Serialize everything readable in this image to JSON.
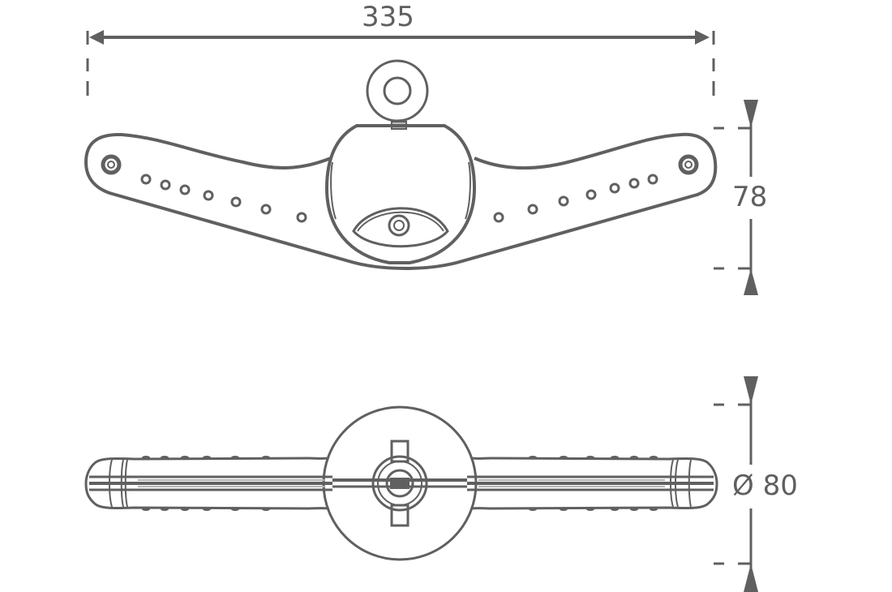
{
  "diagram": {
    "type": "technical-dimension-drawing",
    "line_color": "#606060",
    "background": "#ffffff",
    "views": [
      {
        "name": "top-view",
        "description": "Curved handle bar with central round hub, top hanging ring and eye-shaped clamp"
      },
      {
        "name": "front-view",
        "description": "Straight handle bar with round hub and central pivot"
      }
    ],
    "dimensions": {
      "width": {
        "value": "335",
        "orientation": "horizontal"
      },
      "top_height": {
        "value": "78",
        "orientation": "vertical"
      },
      "diameter": {
        "value": "Ø 80",
        "orientation": "vertical"
      }
    },
    "holes_per_side": 7
  }
}
